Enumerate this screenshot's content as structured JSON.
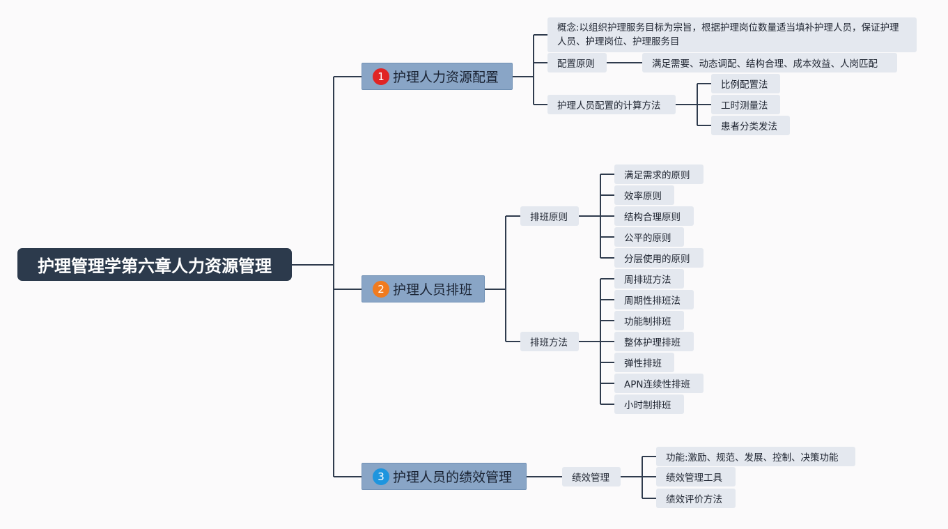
{
  "root": {
    "label": "护理管理学第六章人力资源管理"
  },
  "branches": [
    {
      "number": "1",
      "label": "护理人力资源配置",
      "color": "#e02424",
      "children": [
        {
          "label": "概念:以组织护理服务目标为宗旨，根据护理岗位数量适当填补护理人员，保证护理人员、护理岗位、护理服务目",
          "children": []
        },
        {
          "label": "配置原则",
          "children": [
            {
              "label": "满足需要、动态调配、结构合理、成本效益、人岗匹配"
            }
          ]
        },
        {
          "label": "护理人员配置的计算方法",
          "children": [
            {
              "label": "比例配置法"
            },
            {
              "label": "工时测量法"
            },
            {
              "label": "患者分类发法"
            }
          ]
        }
      ]
    },
    {
      "number": "2",
      "label": "护理人员排班",
      "color": "#f07b1f",
      "children": [
        {
          "label": "排班原则",
          "children": [
            {
              "label": "满足需求的原则"
            },
            {
              "label": "效率原则"
            },
            {
              "label": "结构合理原则"
            },
            {
              "label": "公平的原则"
            },
            {
              "label": "分层使用的原则"
            }
          ]
        },
        {
          "label": "排班方法",
          "children": [
            {
              "label": "周排班方法"
            },
            {
              "label": "周期性排班法"
            },
            {
              "label": "功能制排班"
            },
            {
              "label": "整体护理排班"
            },
            {
              "label": "弹性排班"
            },
            {
              "label": "APN连续性排班"
            },
            {
              "label": "小时制排班"
            }
          ]
        }
      ]
    },
    {
      "number": "3",
      "label": "护理人员的绩效管理",
      "color": "#1e95de",
      "children": [
        {
          "label": "绩效管理",
          "children": [
            {
              "label": "功能:激励、规范、发展、控制、决策功能"
            },
            {
              "label": "绩效管理工具"
            },
            {
              "label": "绩效评价方法"
            }
          ]
        }
      ]
    }
  ]
}
